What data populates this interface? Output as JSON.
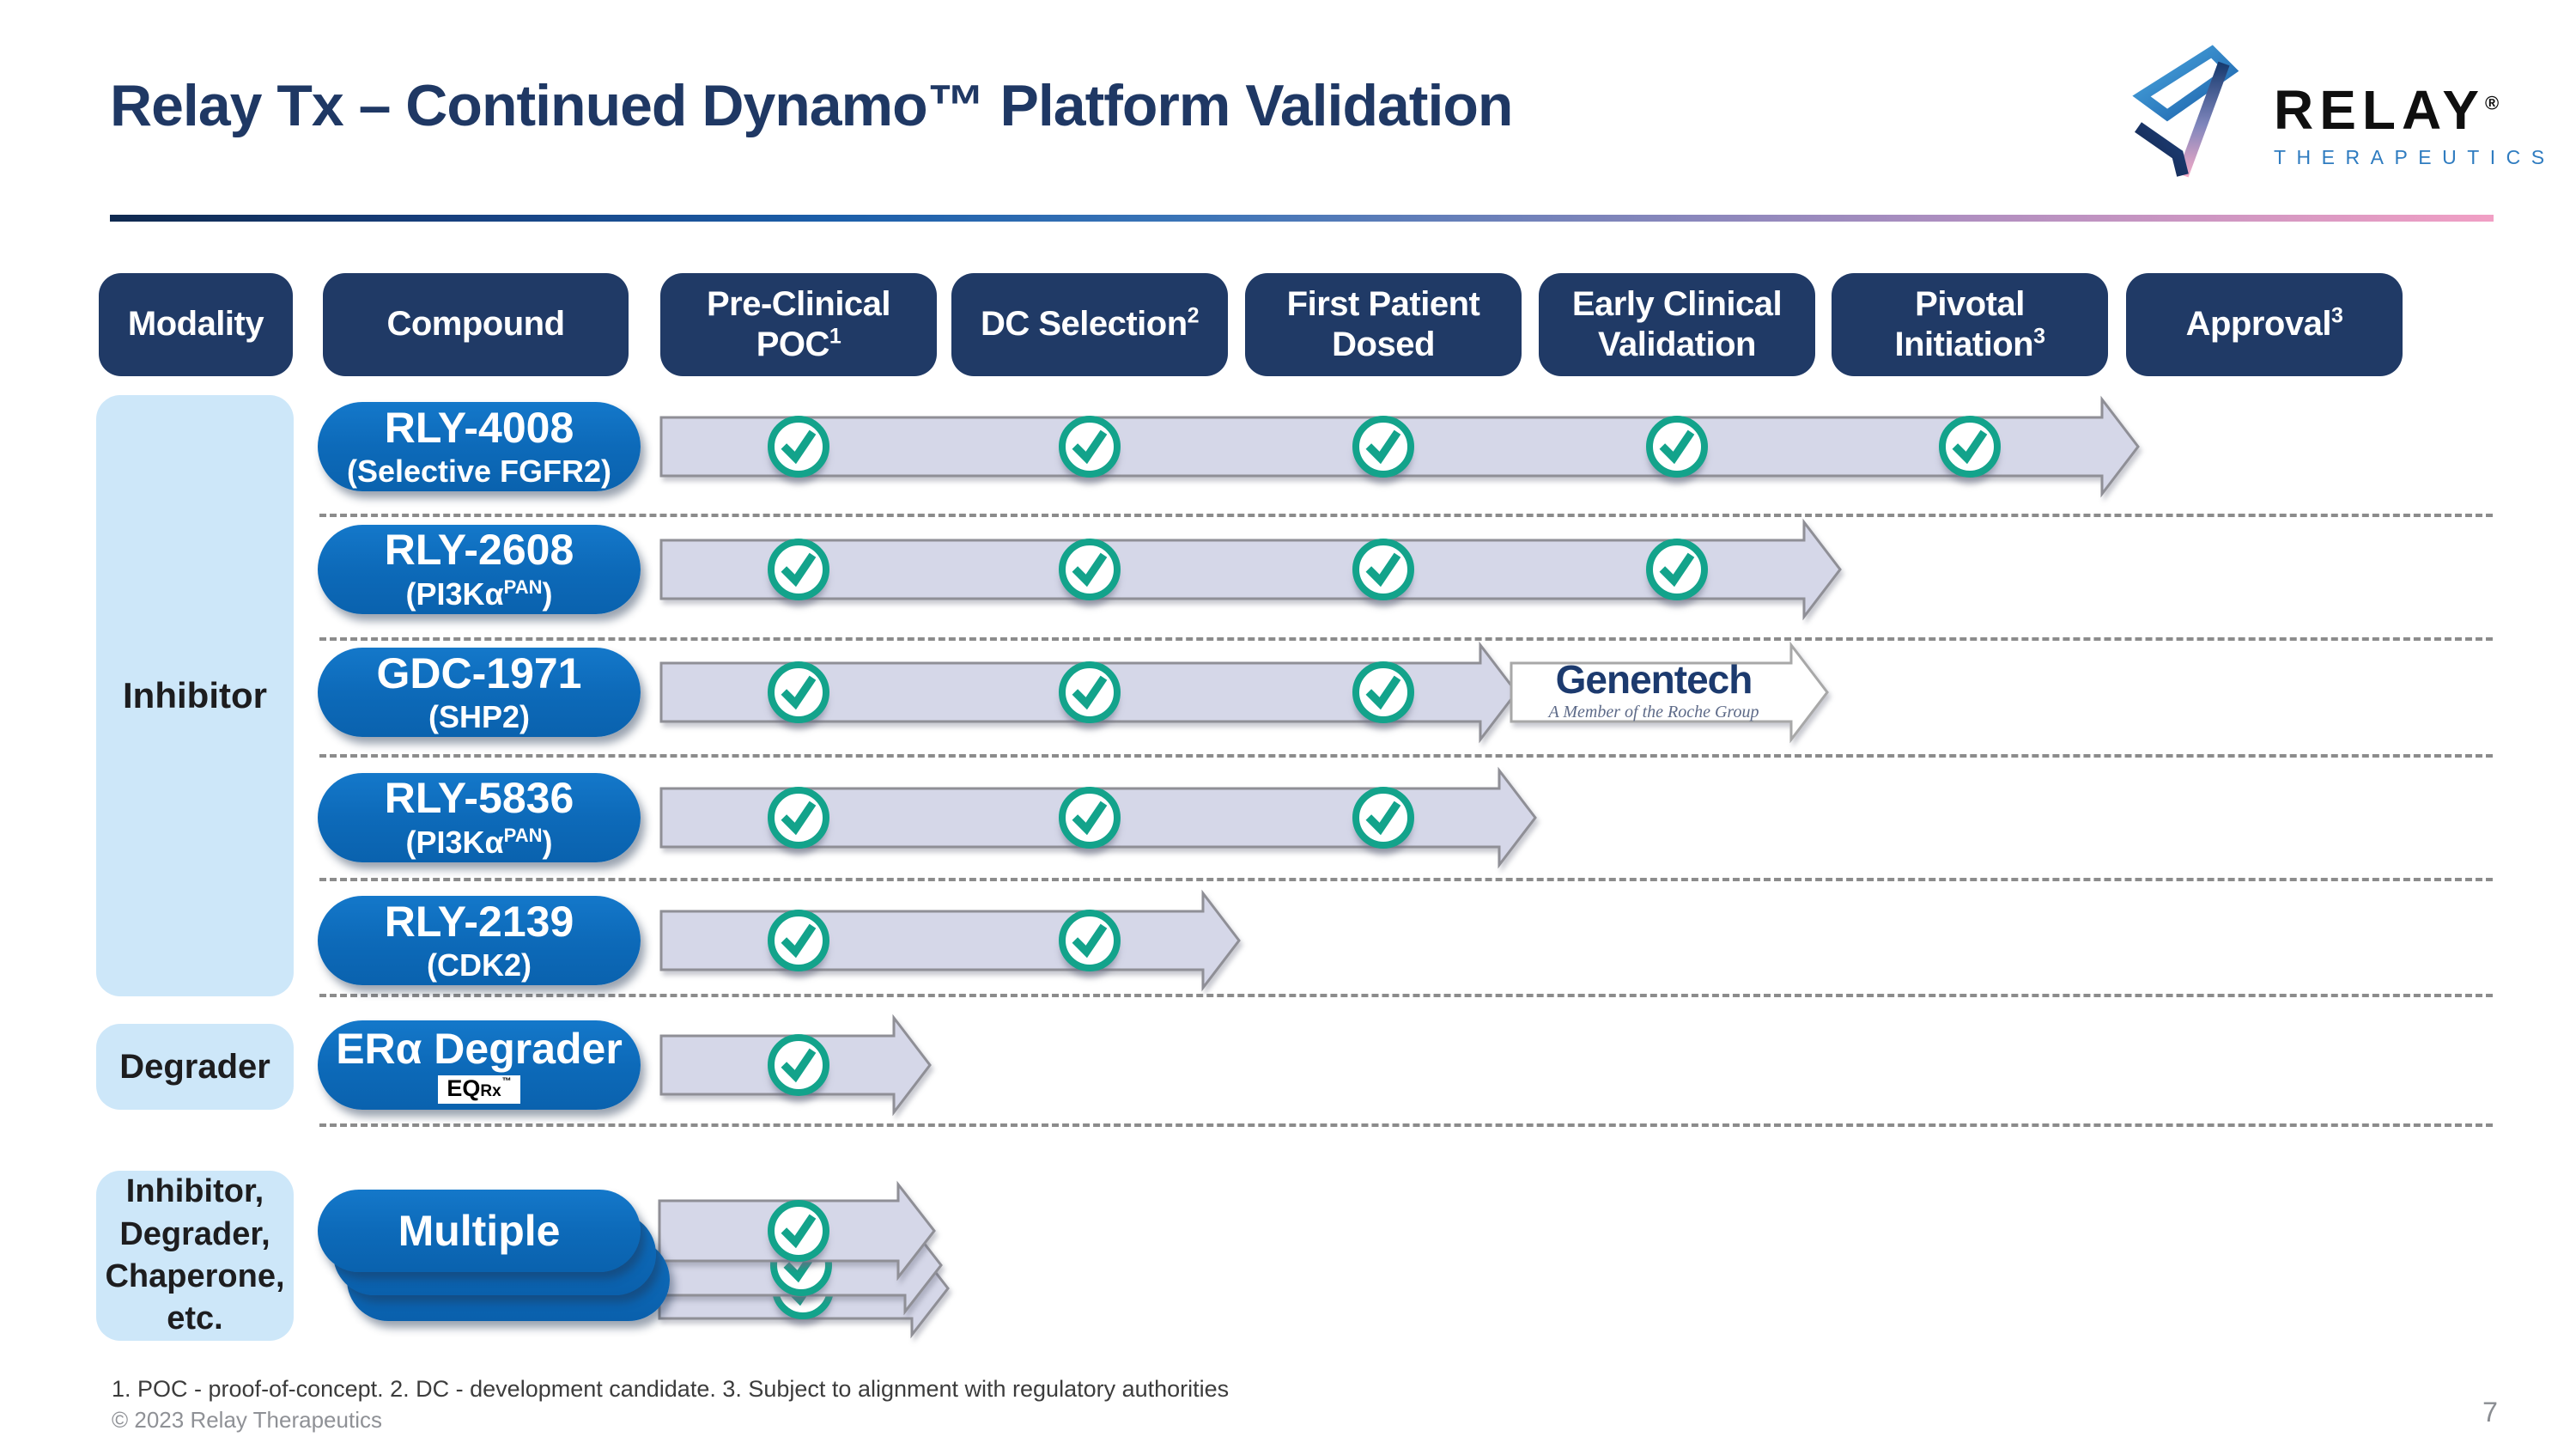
{
  "title": "Relay Tx – Continued Dynamo™ Platform Validation",
  "logo": {
    "brand": "RELAY",
    "registered": "®",
    "sub": "THERAPEUTICS"
  },
  "columns": [
    {
      "line1": "Modality",
      "sup1": "",
      "line2": "",
      "sup2": ""
    },
    {
      "line1": "Compound",
      "sup1": "",
      "line2": "",
      "sup2": ""
    },
    {
      "line1": "Pre-Clinical",
      "sup1": "",
      "line2": "POC",
      "sup2": "1"
    },
    {
      "line1": "DC Selection",
      "sup1": "2",
      "line2": "",
      "sup2": ""
    },
    {
      "line1": "First Patient",
      "sup1": "",
      "line2": "Dosed",
      "sup2": ""
    },
    {
      "line1": "Early Clinical",
      "sup1": "",
      "line2": "Validation",
      "sup2": ""
    },
    {
      "line1": "Pivotal",
      "sup1": "",
      "line2": "Initiation",
      "sup2": "3"
    },
    {
      "line1": "Approval",
      "sup1": "3",
      "line2": "",
      "sup2": ""
    }
  ],
  "modalities": [
    {
      "label": "Inhibitor"
    },
    {
      "label": "Degrader"
    },
    {
      "label": "Inhibitor,\nDegrader,\nChaperone,\netc."
    }
  ],
  "rows": [
    {
      "compound": "RLY-4008",
      "target_open": "(Selective FGFR2)",
      "target_sup": "",
      "target_close": "",
      "checks": 5
    },
    {
      "compound": "RLY-2608",
      "target_open": "(PI3Kα",
      "target_sup": "PAN",
      "target_close": ")",
      "checks": 4
    },
    {
      "compound": "GDC-1971",
      "target_open": "(SHP2)",
      "target_sup": "",
      "target_close": "",
      "checks": 3,
      "partner_name": "Genentech",
      "partner_tagline": "A Member of the Roche Group"
    },
    {
      "compound": "RLY-5836",
      "target_open": "(PI3Kα",
      "target_sup": "PAN",
      "target_close": ")",
      "checks": 3
    },
    {
      "compound": "RLY-2139",
      "target_open": "(CDK2)",
      "target_sup": "",
      "target_close": "",
      "checks": 2
    },
    {
      "compound": "ERα Degrader",
      "badge_main": "EQ",
      "badge_sub": "Rx",
      "badge_tm": "™",
      "checks": 1
    },
    {
      "compound": "Multiple",
      "checks": 1,
      "stack": 3
    }
  ],
  "footnotes": "1. POC - proof-of-concept. 2. DC - development candidate.  3. Subject to alignment with regulatory authorities",
  "copyright": "© 2023 Relay Therapeutics",
  "page_number": "7",
  "colors": {
    "header_navy": "#203A66",
    "pill_blue": "#0D6AB9",
    "modality_light_blue": "#CDE7F9",
    "arrow_lavender": "#D5D7E8",
    "check_teal": "#13A38B",
    "title_navy": "#1F3864"
  }
}
